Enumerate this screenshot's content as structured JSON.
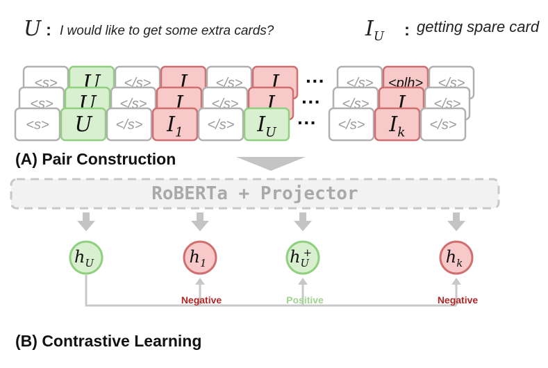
{
  "header": {
    "utterance_var": "U",
    "utterance_colon": ":",
    "utterance_text": "I would like to get some extra cards?",
    "intent_var": "I",
    "intent_sub": "U",
    "intent_colon": ":",
    "intent_text": "getting spare card"
  },
  "tokens": {
    "s_open": "<s>",
    "s_close": "</s>",
    "plh": "<plh>",
    "dots": "···",
    "U": "U",
    "I": "I",
    "I1_base": "I",
    "I1_sub": "1",
    "IU_base": "I",
    "IU_sub": "U",
    "Ik_base": "I",
    "Ik_sub": "k"
  },
  "sections": {
    "a": "(A) Pair Construction",
    "b": "(B) Contrastive Learning"
  },
  "encoder": {
    "label": "RoBERTa + Projector"
  },
  "outputs": [
    {
      "name": "hU",
      "base": "h",
      "sub": "U",
      "sup": ""
    },
    {
      "name": "h1",
      "base": "h",
      "sub": "1",
      "sup": ""
    },
    {
      "name": "hUplus",
      "base": "h",
      "sub": "U",
      "sup": "+"
    },
    {
      "name": "hk",
      "base": "h",
      "sub": "k",
      "sup": ""
    }
  ],
  "pair_labels": [
    "Negative",
    "Positive",
    "Negative"
  ],
  "colors": {
    "green_fill": "#d8f0d0",
    "green_stroke": "#8fcf7f",
    "red_fill": "#f7c9c9",
    "red_stroke": "#cf6f6f",
    "gray_stroke": "#b0b0b0",
    "arrow_gray": "#c4c4c4",
    "negative_text": "#b42525",
    "positive_text": "#9fd48f"
  }
}
